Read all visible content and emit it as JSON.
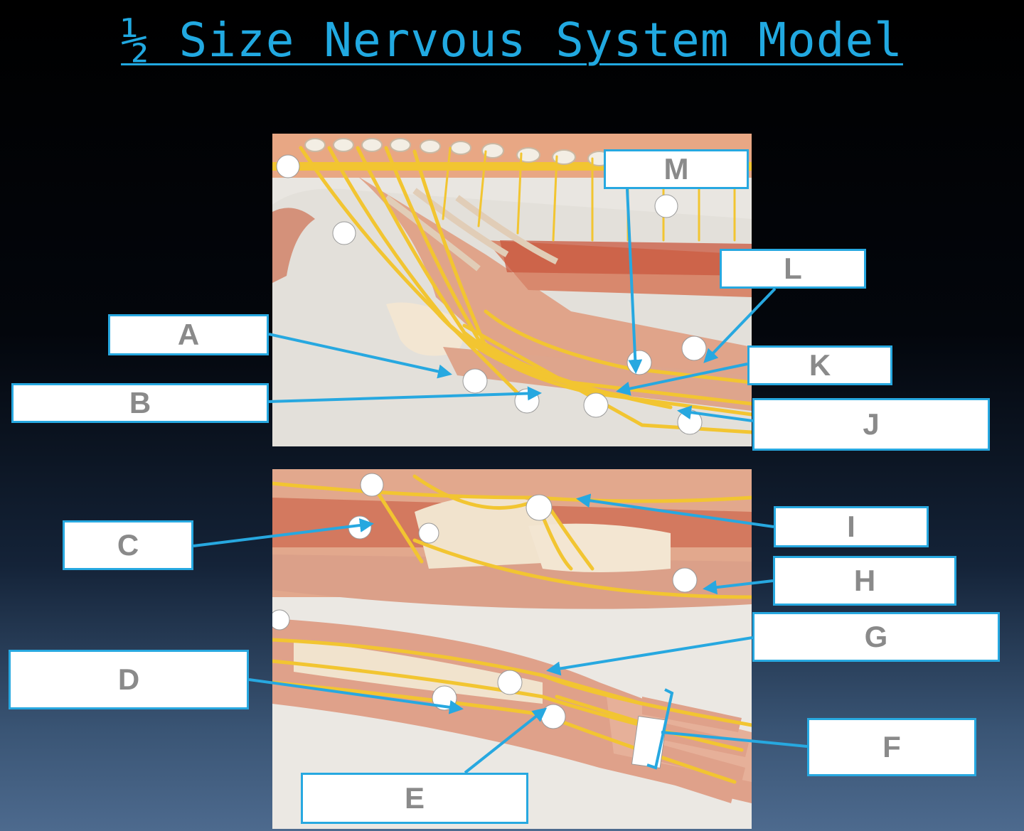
{
  "slide": {
    "title": "½ Size Nervous System Model"
  },
  "labels": [
    "A",
    "B",
    "C",
    "D",
    "E",
    "F",
    "G",
    "H",
    "I",
    "J",
    "K",
    "L",
    "M"
  ],
  "colors": {
    "title": "#21a9e1",
    "pointer": "#27a8e0",
    "nerve": "#f2c531",
    "tissue": "#d99b85"
  },
  "photos": {
    "top": "upper-limb nerves photo (shoulder/arm)",
    "bottom": "upper-limb nerves photo (forearm/hand)"
  }
}
